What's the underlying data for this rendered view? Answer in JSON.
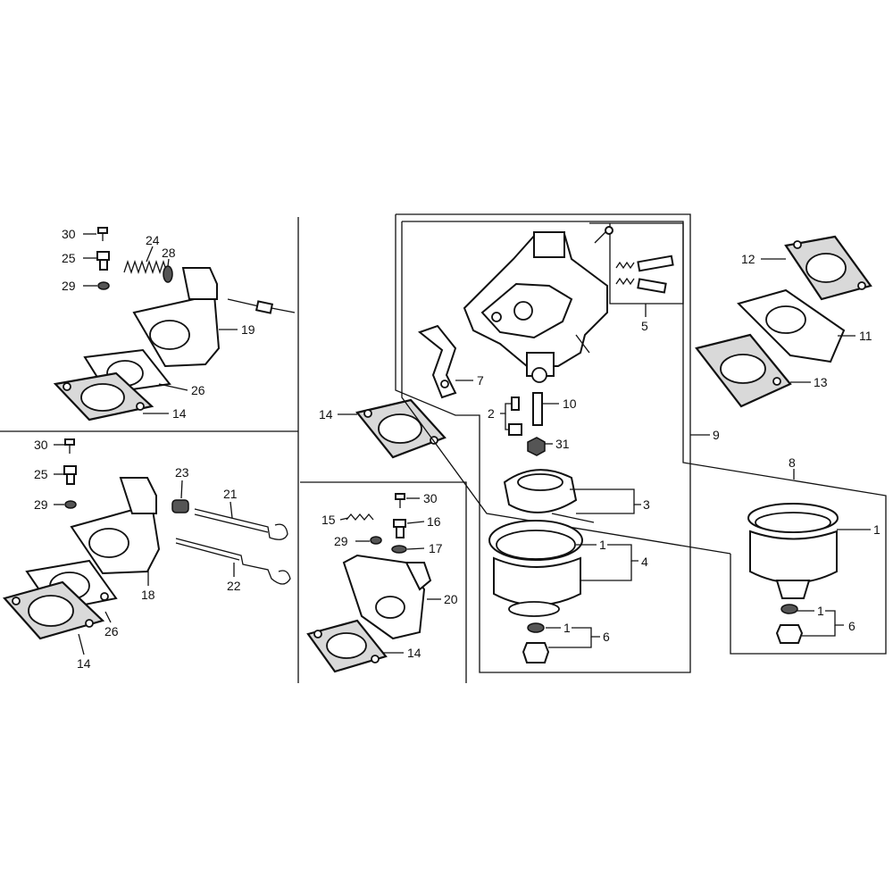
{
  "callouts": {
    "p30a": "30",
    "p25a": "25",
    "p24": "24",
    "p28": "28",
    "p29a": "29",
    "p19": "19",
    "p26a": "26",
    "p14a": "14",
    "p30b": "30",
    "p25b": "25",
    "p29b": "29",
    "p23": "23",
    "p21": "21",
    "p22": "22",
    "p18": "18",
    "p26b": "26",
    "p14b": "14",
    "p14c": "14",
    "p15": "15",
    "p30c": "30",
    "p16": "16",
    "p29c": "29",
    "p17": "17",
    "p20": "20",
    "p14d": "14",
    "p5": "5",
    "p7": "7",
    "p10": "10",
    "p2": "2",
    "p31": "31",
    "p3": "3",
    "p1a": "1",
    "p4": "4",
    "p1b": "1",
    "p6a": "6",
    "p9": "9",
    "p12": "12",
    "p11": "11",
    "p13": "13",
    "p8": "8",
    "p1c": "1",
    "p1d": "1",
    "p6b": "6"
  }
}
